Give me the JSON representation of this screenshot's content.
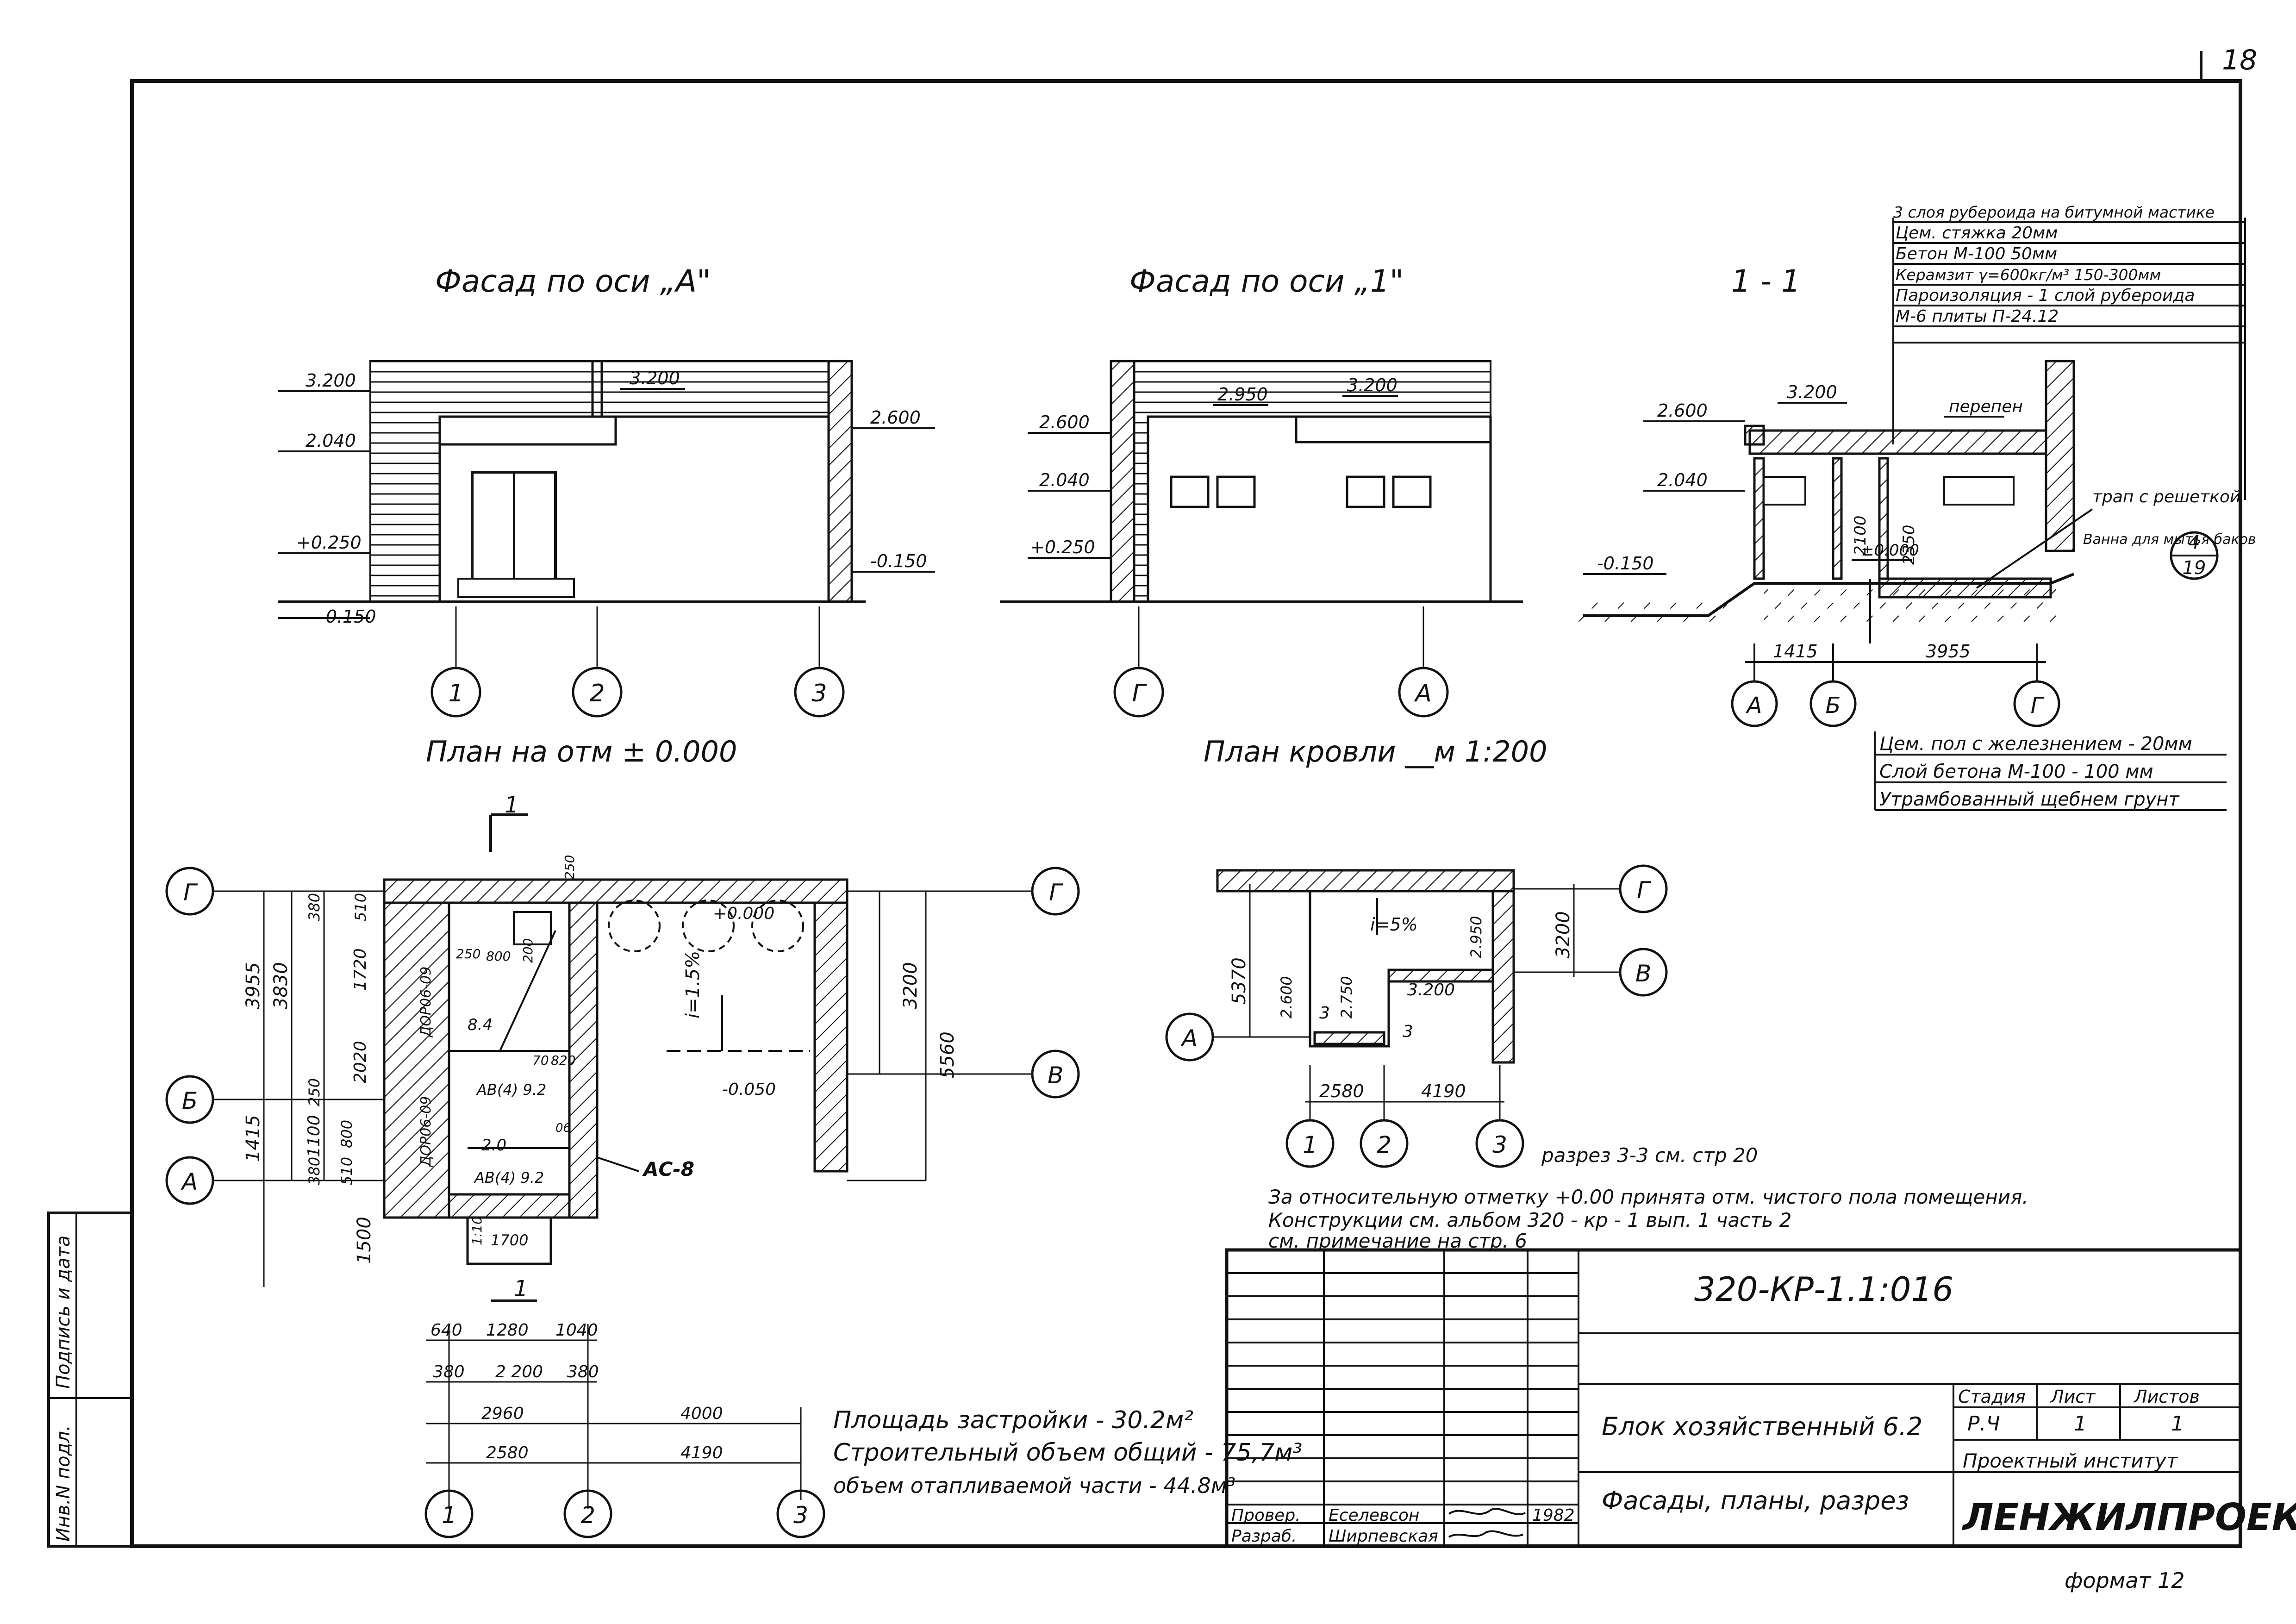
{
  "sheet": {
    "page_number": "18",
    "format": "формат 12",
    "left_stamp": [
      "Инв.N подл.",
      "Подпись и дата"
    ]
  },
  "views": {
    "facade_a": "Фасад  по оси „А\"",
    "facade_1": "Фасад  по оси „1\"",
    "section_1_1": "1 - 1",
    "plan_000": "План на отм ± 0.000",
    "plan_roof": "План кровли __м 1:200"
  },
  "elevations": {
    "fa": [
      "3.200",
      "2.040",
      "+0.250",
      "-0.150",
      "3.200",
      "2.600",
      "-0.150"
    ],
    "f1": [
      "2.600",
      "2.040",
      "+0.250",
      "2.950",
      "3.200"
    ],
    "s11": [
      "3.200",
      "2.600",
      "2.040",
      "-0.150",
      "±0.000"
    ]
  },
  "axes": {
    "fa": [
      "1",
      "2",
      "3"
    ],
    "f1": [
      "Г",
      "А"
    ],
    "s11": [
      "А",
      "Б",
      "Г"
    ],
    "plan_left": [
      "Г",
      "Б",
      "А"
    ],
    "plan_right": [
      "Г",
      "В"
    ],
    "plan_bottom": [
      "1",
      "2",
      "3"
    ],
    "roof_left": [
      "А"
    ],
    "roof_right": [
      "Г",
      "В"
    ],
    "roof_bottom": [
      "1",
      "2",
      "3"
    ]
  },
  "section_labels": {
    "roofing_layers": [
      "3 слоя рубероида на битумной мастике",
      "Цем. стяжка          20мм",
      "Бетон М-100          50мм",
      "Керамзит γ=600кг/м³ 150-300мм",
      "Пароизоляция - 1 слой рубероида",
      "М-6 плиты  П-24.12"
    ],
    "floor_layers": [
      "Цем. пол с железнением - 20мм",
      "Слой бетона М-100    - 100 мм",
      "Утрамбованный щебнем грунт"
    ],
    "perepen": "перепен",
    "trap": "трап с решеткой",
    "vanna": "Ванна для мытья баков",
    "ref_top": "4",
    "ref_bottom": "19",
    "h2100": "2100",
    "h2350": "2350",
    "dim1415": "1415",
    "dim3955": "3955"
  },
  "plan_dims": {
    "left_outer": [
      "3955",
      "1415",
      "1500"
    ],
    "left_inner": [
      "3830",
      "1100"
    ],
    "left_detail": [
      "380",
      "1720",
      "2020",
      "250",
      "800",
      "380",
      "510",
      "510"
    ],
    "right": [
      "3200",
      "5560"
    ],
    "bottom_rows": [
      [
        "640",
        "1280",
        "1040"
      ],
      [
        "380",
        "2 200",
        "380"
      ],
      [
        "2960",
        "4000"
      ],
      [
        "2580",
        "4190"
      ]
    ],
    "room_labels": [
      "250",
      "800",
      "200",
      "8.4",
      "70",
      "820",
      "АВ(4) 9.2",
      "2.0",
      "АВ(4) 9.2",
      "1700",
      "1:10",
      "250",
      "06"
    ],
    "doors": [
      "ДОР06-09",
      "ДОР06-09"
    ],
    "slope": "i=1.5%",
    "mark_000": "+0.000",
    "mark_minus": "-0.050",
    "ac8": "АС-8",
    "section_marks": [
      "1",
      "1"
    ]
  },
  "roof_plan": {
    "slope": "i=5%",
    "marks": [
      "2.950",
      "2.750",
      "2.600",
      "3.200"
    ],
    "dims": [
      "5370",
      "3200",
      "2580",
      "4190"
    ],
    "cut": [
      "3",
      "3"
    ]
  },
  "notes": {
    "area": "Площадь застройки - 30.2м²",
    "volume": "Строительный объем общий - 75,7м³",
    "heated": "объем отапливаемой части - 44.8м³",
    "section_ref": "разрез 3-3 см. стр 20",
    "note1": "За относительную отметку +0.00  принята  отм. чистого пола помещения.",
    "note2": "Конструкции см. альбом 320 - кр - 1        вып. 1        часть 2",
    "note3": "см. примечание  на стр. 6"
  },
  "title_block": {
    "code": "320-КР-1.1:016",
    "name": "Блок хозяйственный 6.2",
    "sheet_title": "Фасады, планы, разрез",
    "stage_h": "Стадия",
    "sheet_h": "Лист",
    "sheets_h": "Листов",
    "stage": "Р.Ч",
    "sheet": "1",
    "sheets": "1",
    "institute_label": "Проектный институт",
    "institute": "ЛЕНЖИЛПРОЕКТ",
    "roles": [
      "Провер.",
      "Разраб."
    ],
    "names": [
      "Еселевсон",
      "Ширпевская"
    ],
    "year": "1982"
  }
}
